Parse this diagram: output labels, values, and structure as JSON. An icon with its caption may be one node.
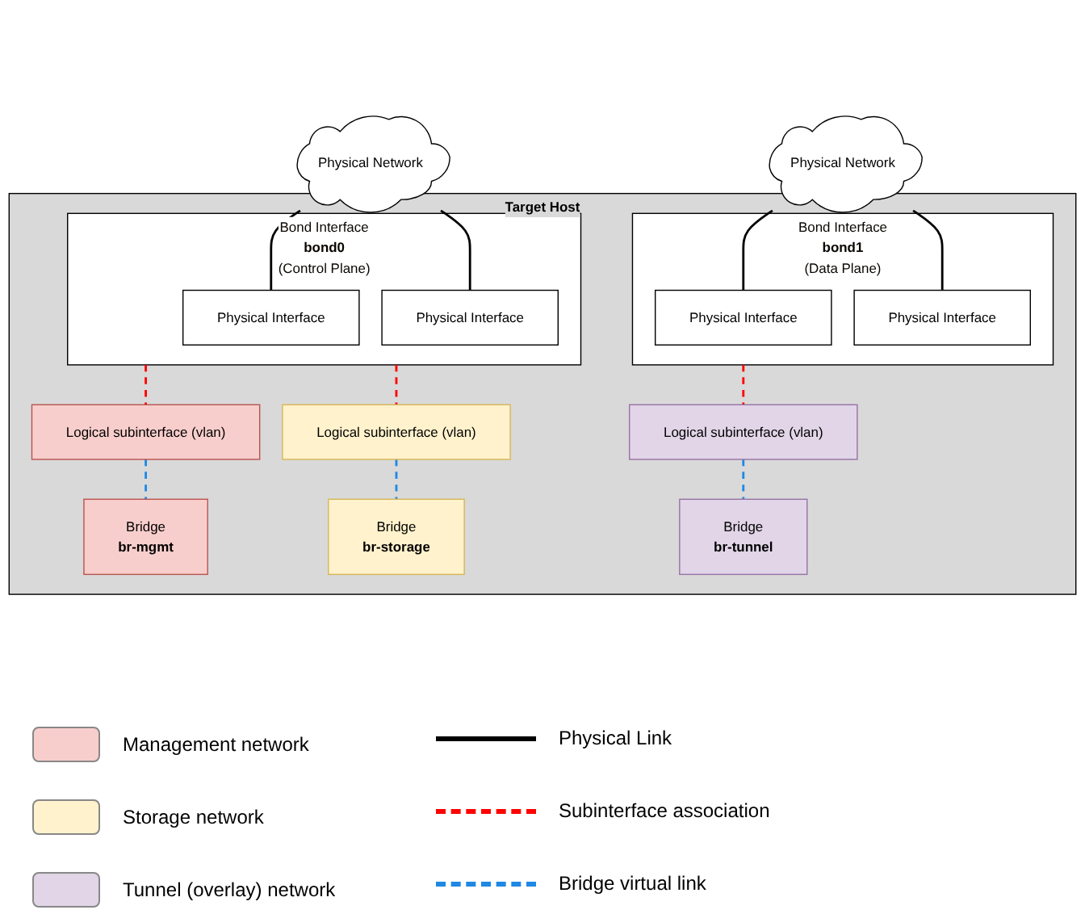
{
  "diagram": {
    "nodes": [
      {
        "text": [
          "Physical Network"
        ]
      },
      {
        "text": [
          "Physical Network"
        ]
      },
      {
        "text": [
          "Target Host"
        ]
      },
      {
        "text": [
          "Bond Interface",
          "bond0",
          "(Control Plane)"
        ],
        "in": 2
      },
      {
        "text": [
          "Physical Interface"
        ],
        "in": 3
      },
      {
        "text": [
          "Physical Interface"
        ],
        "in": 3
      },
      {
        "text": [
          "Bond Interface",
          "bond1",
          "(Data Plane)"
        ],
        "in": 2
      },
      {
        "text": [
          "Physical Interface"
        ],
        "in": 6
      },
      {
        "text": [
          "Physical Interface"
        ],
        "in": 6
      },
      {
        "text": [
          "Logical subinterface (vlan)"
        ],
        "in": 2
      },
      {
        "text": [
          "Logical subinterface (vlan)"
        ],
        "in": 2
      },
      {
        "text": [
          "Logical subinterface (vlan)"
        ],
        "in": 2
      },
      {
        "text": [
          "Bridge",
          "br-mgmt"
        ],
        "in": 2
      },
      {
        "text": [
          "Bridge",
          "br-storage"
        ],
        "in": 2
      },
      {
        "text": [
          "Bridge",
          "br-tunnel"
        ],
        "in": 2
      }
    ],
    "edges": [
      {
        "from": 0,
        "to": 4,
        "arrow": "none"
      },
      {
        "from": 0,
        "to": 5,
        "arrow": "none"
      },
      {
        "from": 1,
        "to": 7,
        "arrow": "none"
      },
      {
        "from": 1,
        "to": 8,
        "arrow": "none"
      },
      {
        "from": 3,
        "to": 9,
        "arrow": "none",
        "style": "dashed",
        "color": "#ff0000"
      },
      {
        "from": 3,
        "to": 10,
        "arrow": "none",
        "style": "dashed",
        "color": "#ff0000"
      },
      {
        "from": 6,
        "to": 11,
        "arrow": "none",
        "style": "dashed",
        "color": "#ff0000"
      },
      {
        "from": 9,
        "to": 12,
        "arrow": "none",
        "style": "dashed",
        "color": "#1e88e5"
      },
      {
        "from": 10,
        "to": 13,
        "arrow": "none",
        "style": "dashed",
        "color": "#1e88e5"
      },
      {
        "from": 11,
        "to": 14,
        "arrow": "none",
        "style": "dashed",
        "color": "#1e88e5"
      }
    ],
    "legend": [
      {
        "text": "Management network",
        "color": "#f8cecc"
      },
      {
        "text": "Storage network",
        "color": "#fff2cc"
      },
      {
        "text": "Tunnel (overlay) network",
        "color": "#e1d5e7"
      },
      {
        "text": "Physical Link"
      },
      {
        "text": "Subinterface association"
      },
      {
        "text": "Bridge virtual link"
      }
    ]
  }
}
